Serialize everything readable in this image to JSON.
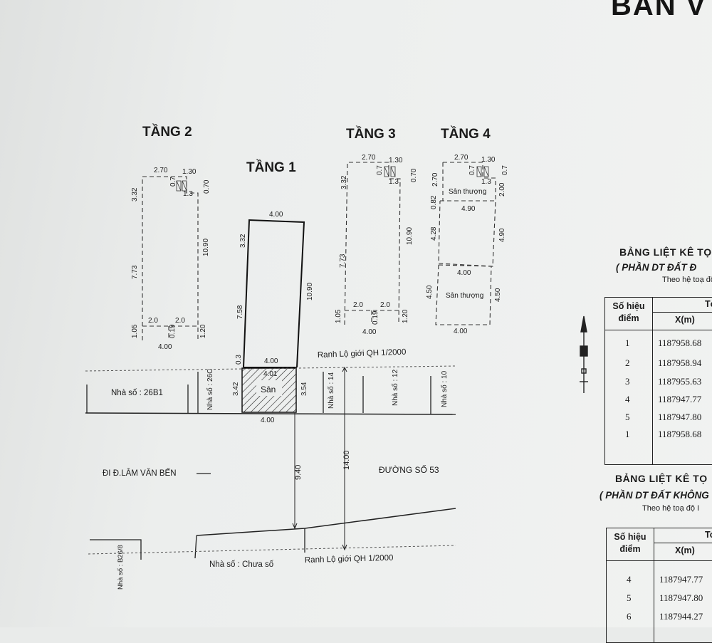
{
  "document": {
    "title": "BẢN V",
    "floors": {
      "f2": "TẦNG 2",
      "f1": "TẦNG 1",
      "f3": "TẦNG 3",
      "f4": "TẦNG 4"
    },
    "plan_labels": {
      "san": "Sân",
      "san_thuong": "Sân thượng",
      "ranh_lo_gioi_top": "Ranh Lộ giới QH 1/2000",
      "ranh_lo_gioi_bottom": "Ranh Lộ giới QH 1/2000",
      "nha_so_26b1": "Nhà số : 26B1",
      "nha_so_26c": "Nhà số : 26C",
      "nha_so_14": "Nhà số : 14",
      "nha_so_12": "Nhà số : 12",
      "nha_so_10": "Nhà số : 10",
      "di_lam_van_ben": "ĐI Đ.LÂM VĂN BẾN",
      "duong_so_53": "ĐƯỜNG SỐ 53",
      "nha_so_chua_so": "Nhà số : Chưa số",
      "nha_so_b26b": "Nhà số : B26/8"
    },
    "dimensions": {
      "d270": "2.70",
      "d130": "1.30",
      "d07": "0.7",
      "d13": "1.3",
      "d070": "0.70",
      "d332": "3.32",
      "d773": "7.73",
      "d1090": "10.90",
      "d105": "1.05",
      "d20": "2.0",
      "d019": "0.19",
      "d120": "1.20",
      "d400": "4.00",
      "d758": "7.58",
      "d03": "0.3",
      "d401": "4.01",
      "d342": "3.42",
      "d354": "3.54",
      "d940": "9.40",
      "d1400": "14.00",
      "d200": "2.00",
      "d082": "0.82",
      "d490": "4.90",
      "d428": "4.28",
      "d450": "4.50",
      "d070b": "0.7"
    },
    "table1": {
      "title": "BẢNG LIỆT KÊ TỌ",
      "subtitle": "( PHẦN DT ĐẤT Đ",
      "note": "Theo hệ toạ độ I",
      "col_point": "Số hiệu điểm",
      "col_coord": "Tọ",
      "col_x": "X(m)",
      "rows": [
        {
          "pt": "1",
          "x": "1187958.68"
        },
        {
          "pt": "2",
          "x": "1187958.94"
        },
        {
          "pt": "3",
          "x": "1187955.63"
        },
        {
          "pt": "4",
          "x": "1187947.77"
        },
        {
          "pt": "5",
          "x": "1187947.80"
        },
        {
          "pt": "1",
          "x": "1187958.68"
        }
      ]
    },
    "table2": {
      "title": "BẢNG LIỆT KÊ TỌ",
      "subtitle": "( PHẦN DT ĐẤT KHÔNG",
      "note": "Theo hệ toạ độ I",
      "col_point": "Số hiệu điểm",
      "col_coord": "To",
      "col_x": "X(m)",
      "rows": [
        {
          "pt": "4",
          "x": "1187947.77"
        },
        {
          "pt": "5",
          "x": "1187947.80"
        },
        {
          "pt": "6",
          "x": "1187944.27"
        }
      ]
    }
  }
}
